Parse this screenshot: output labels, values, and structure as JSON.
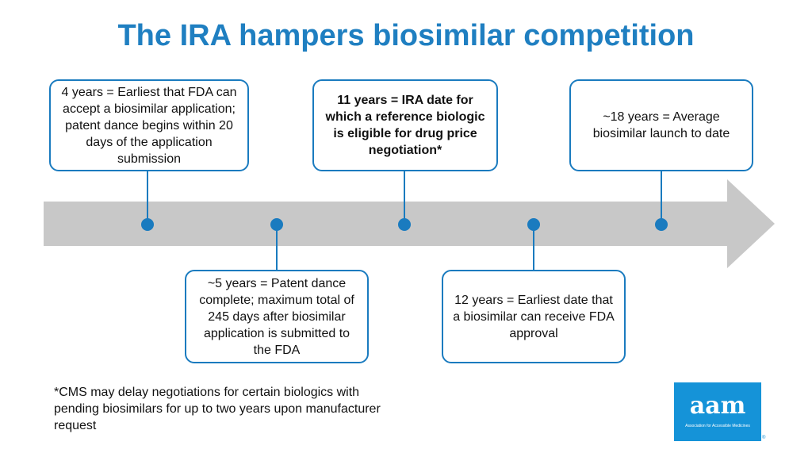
{
  "title": "The IRA hampers biosimilar competition",
  "milestones": [
    {
      "text": "4 years = Earliest that FDA can accept a biosimilar application; patent dance begins within 20 days of the application submission",
      "bold": false
    },
    {
      "text": "~5 years = Patent dance complete; maximum total of 245 days after biosimilar application is submitted to the FDA",
      "bold": false
    },
    {
      "text": "11 years = IRA date for which a reference biologic is eligible for drug price negotiation*",
      "bold": true
    },
    {
      "text": "12 years = Earliest date that a biosimilar can receive FDA approval",
      "bold": false
    },
    {
      "text": "~18 years = Average biosimilar launch to date",
      "bold": false
    }
  ],
  "footnote": "*CMS may delay negotiations for certain biologics with pending biosimilars for up to two years upon manufacturer request",
  "logo": {
    "word": "aam",
    "subtitle": "Association for Accessible Medicines"
  },
  "colors": {
    "title": "#1f7fc1",
    "accent": "#1a7bbf",
    "arrow": "#c8c8c8",
    "logo": "#1593d8"
  }
}
